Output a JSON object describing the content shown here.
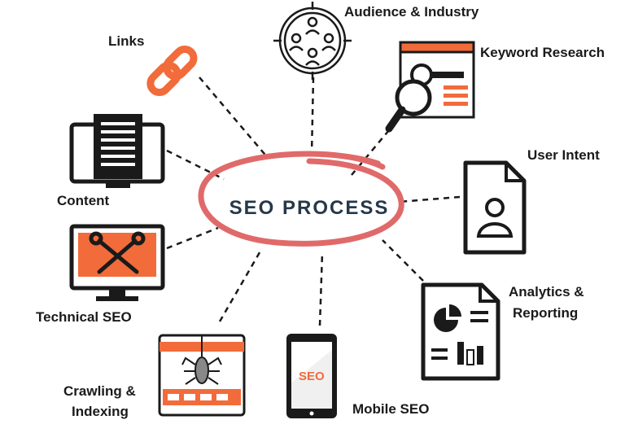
{
  "center": {
    "title": "SEO PROCESS"
  },
  "labels": {
    "links": "Links",
    "audience": "Audience & Industry",
    "keyword": "Keyword Research",
    "content": "Content",
    "user_intent": "User Intent",
    "technical": "Technical SEO",
    "analytics_1": "Analytics &",
    "analytics_2": "Reporting",
    "crawling_1": "Crawling &",
    "crawling_2": "Indexing",
    "mobile": "Mobile SEO",
    "mobile_screen_text": "SEO"
  },
  "colors": {
    "accent": "#f26b3a",
    "ink": "#1a1a1a",
    "ellipse": "#e06a6a",
    "title": "#26384a"
  }
}
